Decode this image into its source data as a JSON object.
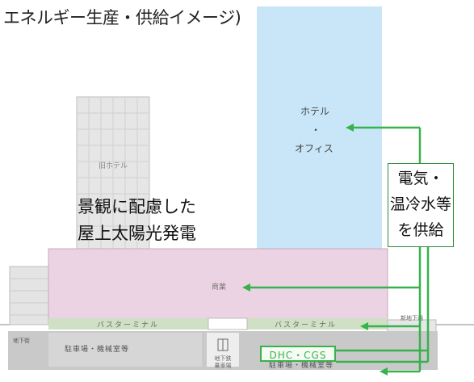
{
  "title": "エネルギー生産・供給イメージ)",
  "building": {
    "hotel_office_line1": "ホテル",
    "hotel_office_dot": "・",
    "hotel_office_line2": "オフィス",
    "old_tower_label": "旧ホテル",
    "commercial": "商業",
    "bus_terminal_left": "バスターミナル",
    "bus_terminal_right": "バスターミナル",
    "parking_left": "駐車場・機械室等",
    "parking_right": "駐車場・機械室等",
    "underground_left": "地下街",
    "underground_center_1": "地下鉄",
    "underground_center_2": "乗車場",
    "tunnel_label": "新地下通"
  },
  "solar_label": {
    "line1": "景観に配慮した",
    "line2": "屋上太陽光発電"
  },
  "supply_box": {
    "line1": "電気・",
    "line2": "温冷水等",
    "line3": "を供給"
  },
  "dhc_label": "DHC・CGS",
  "colors": {
    "tower_blue": "#c8e6f8",
    "podium_pink": "#ecd3e3",
    "green_line": "#37b24d",
    "bus_band": "#cfe0c5",
    "basement": "#c9c9c9"
  }
}
